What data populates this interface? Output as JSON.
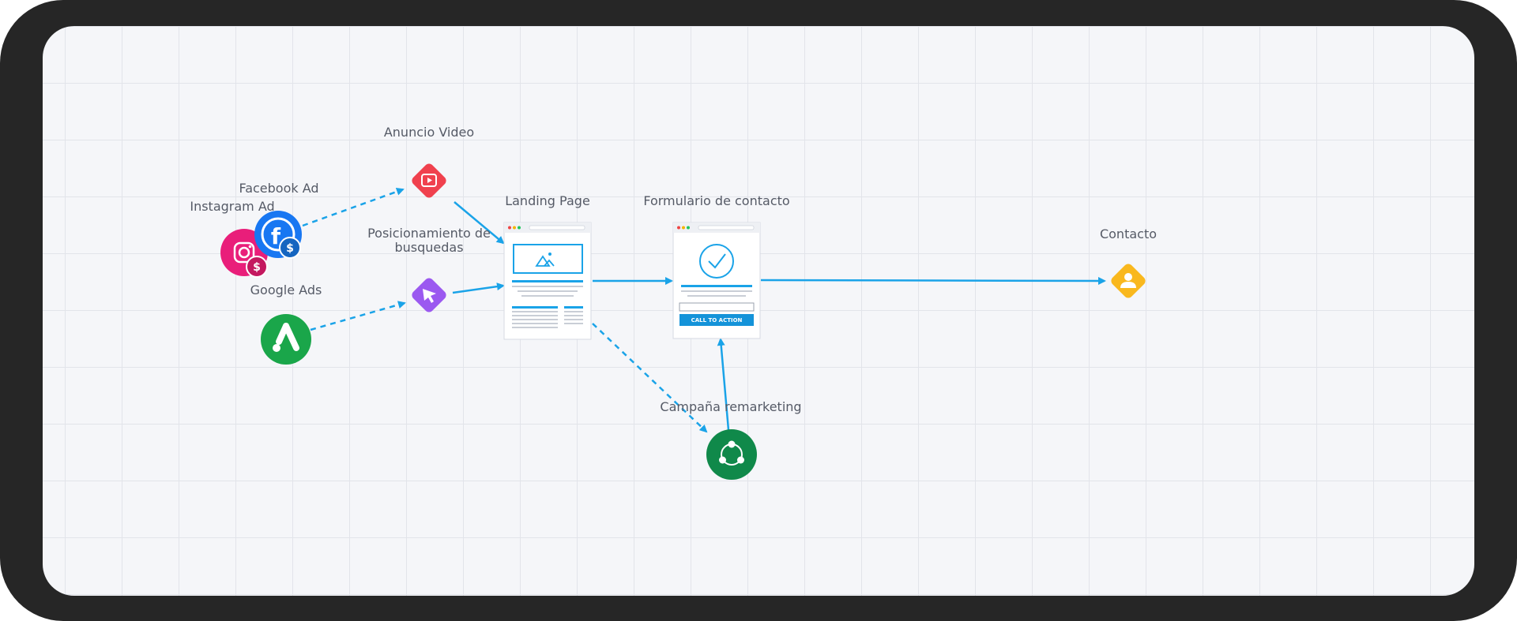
{
  "diagram": {
    "nodes": {
      "anuncio_video": {
        "label": "Anuncio Video",
        "color": "#f0414e"
      },
      "facebook_ad": {
        "label": "Facebook Ad",
        "color": "#1877f2"
      },
      "instagram_ad": {
        "label": "Instagram Ad",
        "color": "#e91e7a"
      },
      "posicionamiento": {
        "label_line1": "Posicionamiento de",
        "label_line2": "busquedas",
        "color": "#9b59f0"
      },
      "google_ads": {
        "label": "Google Ads",
        "color": "#1aa64a"
      },
      "landing_page": {
        "label": "Landing Page"
      },
      "formulario": {
        "label": "Formulario de contacto",
        "cta": "CALL TO ACTION"
      },
      "contacto": {
        "label": "Contacto",
        "color": "#f9b81e"
      },
      "remarketing": {
        "label": "Campaña remarketing",
        "color": "#10894a"
      }
    },
    "connector_color": "#1aa3e8"
  }
}
